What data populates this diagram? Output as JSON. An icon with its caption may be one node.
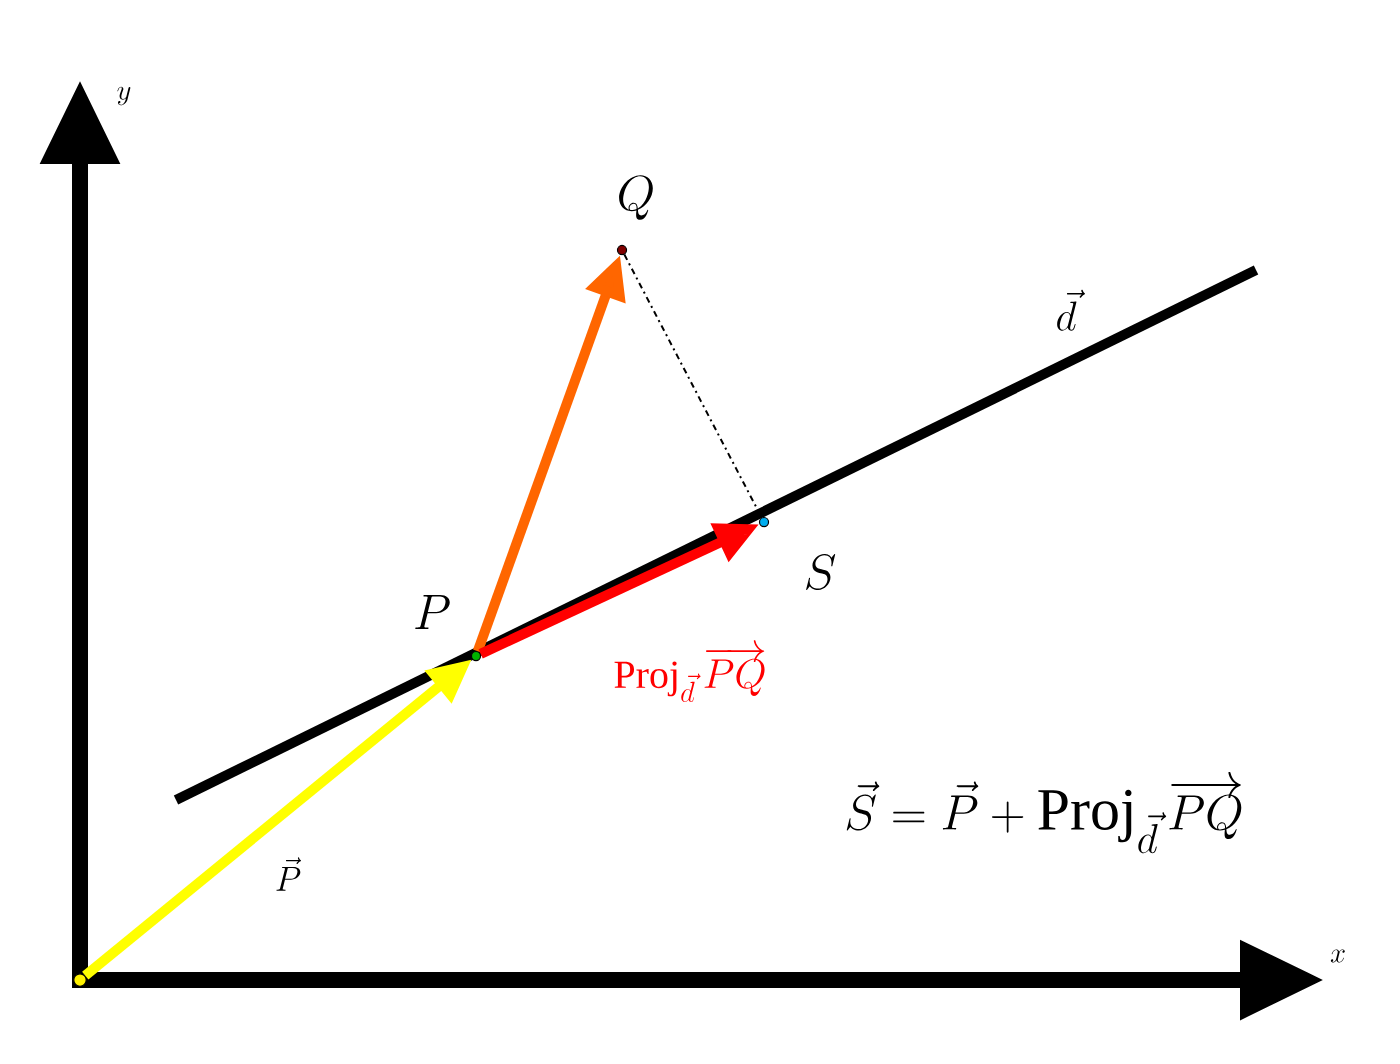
{
  "diagram": {
    "nodes": [
      {
        "text": [
          "P"
        ]
      },
      {
        "text": [
          "Q"
        ]
      },
      {
        "text": [
          "S"
        ]
      },
      {
        "text": [],
        "shape": "point"
      }
    ],
    "edges": [
      {
        "from": 3,
        "to": 0,
        "arrow": "to",
        "label": "\\vec{P}",
        "color": "#ffff00"
      },
      {
        "from": 0,
        "to": 1,
        "arrow": "to",
        "color": "#ff6600"
      },
      {
        "from": 0,
        "to": 2,
        "arrow": "to",
        "label": "\\mathrm{Proj}_{\\vec{d}}\\,\\overrightarrow{PQ}",
        "color": "#ff0000"
      },
      {
        "from": 1,
        "to": 2,
        "arrow": "none",
        "style": "dashed",
        "color": "#000000"
      }
    ],
    "labels": [
      "y",
      "\\vec{d}",
      "x",
      "\\vec{S}=\\vec{P}+\\mathrm{Proj}_{\\vec{d}}\\,\\overrightarrow{PQ}"
    ]
  }
}
